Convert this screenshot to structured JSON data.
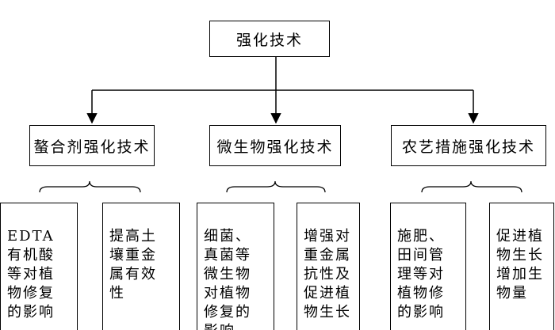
{
  "root": {
    "label": "强化技术"
  },
  "branches": [
    {
      "label": "螯合剂强化技术",
      "children": [
        {
          "text": "EDTA\n有机酸\n等对植\n物修复\n的影响"
        },
        {
          "text": "提高土\n壤重金\n属有效\n性"
        }
      ]
    },
    {
      "label": "微生物强化技术",
      "children": [
        {
          "text": "细菌、\n真菌等\n微生物\n对植物\n修复的\n影响"
        },
        {
          "text": "增强对\n重金属\n抗性及\n促进植\n物生长"
        }
      ]
    },
    {
      "label": "农艺措施强化技术",
      "children": [
        {
          "text": "施肥、\n田间管\n理等对\n植物修\n的影响"
        },
        {
          "text": "促进植\n物生长\n增加生\n物量"
        }
      ]
    }
  ]
}
